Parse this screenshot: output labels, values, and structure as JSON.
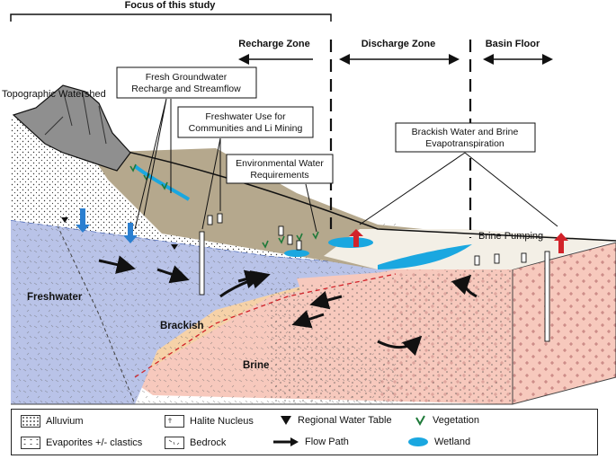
{
  "header": {
    "focus_title": "Focus of this study",
    "recharge_zone": "Recharge Zone",
    "discharge_zone": "Discharge Zone",
    "basin_floor": "Basin Floor"
  },
  "labels": {
    "topographic_watershed": "Topographic Watershed",
    "fresh_groundwater": [
      "Fresh Groundwater",
      "Recharge and Streamflow"
    ],
    "freshwater_use": [
      "Freshwater Use for",
      "Communities and Li Mining"
    ],
    "environmental_water": [
      "Environmental Water",
      "Requirements"
    ],
    "brackish_water": [
      "Brackish Water and Brine",
      "Evapotranspiration"
    ],
    "brine_pumping": "Brine Pumping",
    "freshwater": "Freshwater",
    "brackish": "Brackish",
    "brine": "Brine"
  },
  "legend": {
    "alluvium": "Alluvium",
    "evaporites": "Evaporites +/- clastics",
    "halite_nucleus": "Halite Nucleus",
    "bedrock": "Bedrock",
    "regional_water_table": "Regional Water Table",
    "flow_path": "Flow Path",
    "vegetation": "Vegetation",
    "wetland": "Wetland"
  },
  "colors": {
    "freshwater": "#b9c3e8",
    "brackish": "#f6d2a8",
    "brine": "#f7c9bd",
    "alluvium_surface": "#b5a88d",
    "mountain": "#8f8f8f",
    "wetland": "#1aa7e0",
    "vegetation": "#1f7a3a",
    "pump_arrow": "#d2232a",
    "salt_flat": "#f3efe6"
  }
}
